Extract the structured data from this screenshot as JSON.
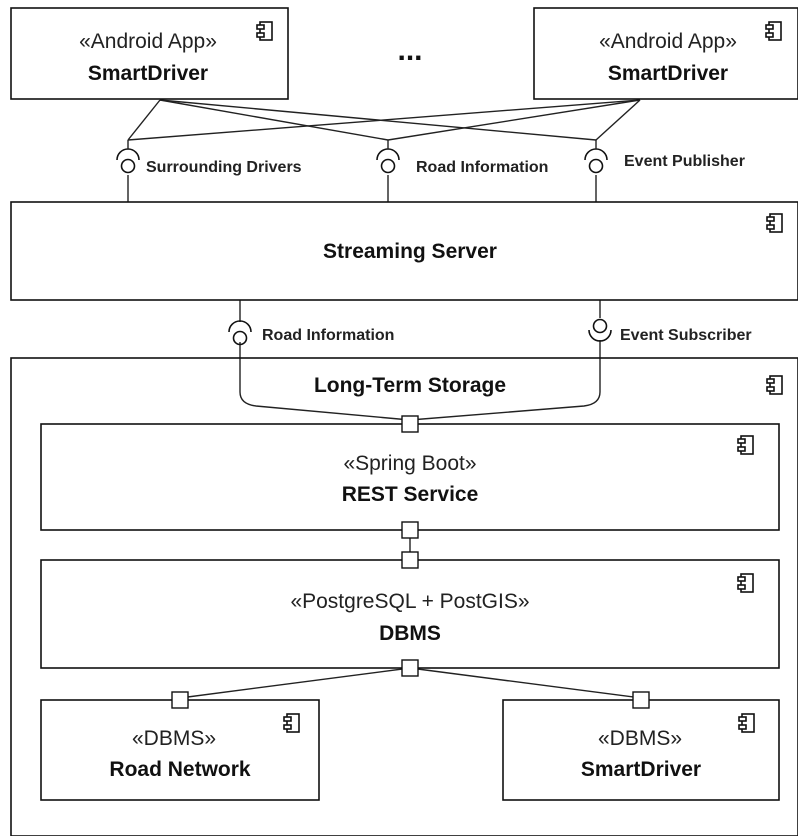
{
  "top": {
    "left_app": {
      "stereotype": "«Android App»",
      "name": "SmartDriver"
    },
    "ellipsis": "...",
    "right_app": {
      "stereotype": "«Android App»",
      "name": "SmartDriver"
    }
  },
  "streaming_server": {
    "name": "Streaming Server",
    "provided_interfaces": [
      "Surrounding Drivers",
      "Road Information",
      "Event Publisher"
    ],
    "required_interfaces": [
      "Road Information",
      "Event Subscriber"
    ]
  },
  "long_term_storage": {
    "title": "Long-Term Storage",
    "rest_service": {
      "stereotype": "«Spring Boot»",
      "name": "REST Service"
    },
    "dbms": {
      "stereotype": "«PostgreSQL + PostGIS»",
      "name": "DBMS"
    },
    "road_network": {
      "stereotype": "«DBMS»",
      "name": "Road Network"
    },
    "smartdriver_db": {
      "stereotype": "«DBMS»",
      "name": "SmartDriver"
    }
  }
}
